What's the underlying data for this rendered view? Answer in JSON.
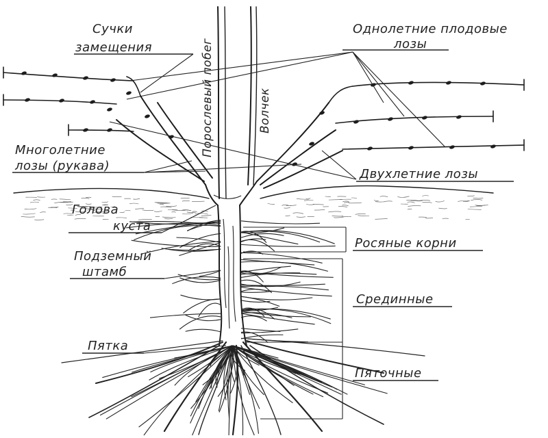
{
  "diagram": {
    "labels": {
      "replacement_spurs": [
        "Сучки",
        "замещения"
      ],
      "shoot_from_root": "Порослевый побег",
      "water_shoot": "Волчек",
      "annual_fruit_vines": [
        "Однолетние плодовые",
        "лозы"
      ],
      "perennial_arms": [
        "Многолетние",
        "лозы (рукава)"
      ],
      "biennial_vines": "Двухлетние лозы",
      "bush_head": [
        "Голова",
        "куста"
      ],
      "dew_roots": "Росяные корни",
      "underground_trunk": [
        "Подземный",
        "штамб"
      ],
      "middle_roots": "Срединные",
      "heel": "Пятка",
      "heel_roots": "Пяточные"
    }
  }
}
